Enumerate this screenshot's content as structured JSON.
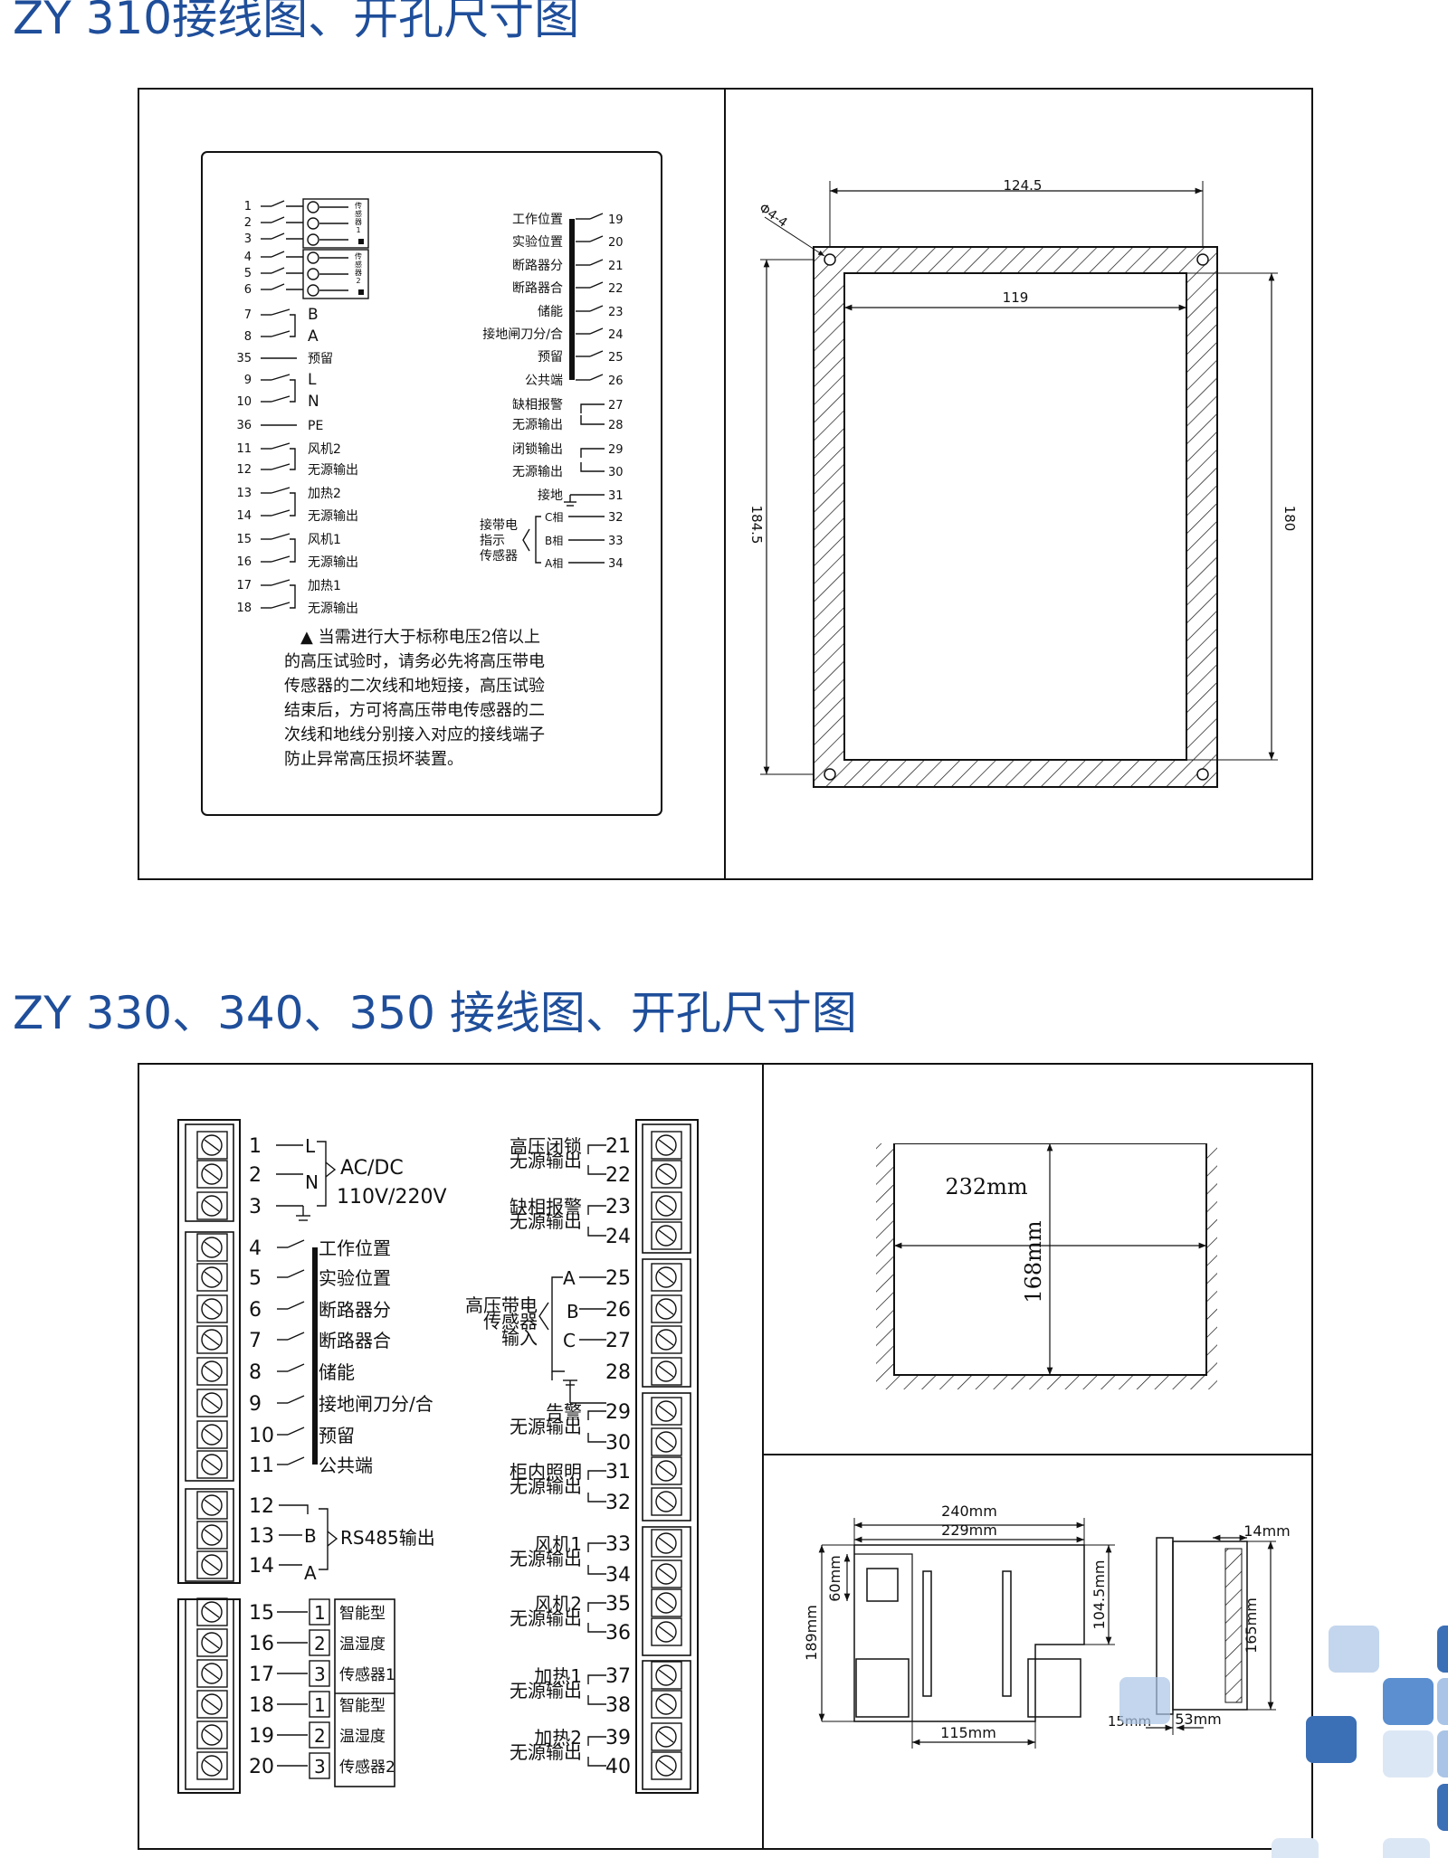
{
  "section1": {
    "heading": "ZY 310接线图、开孔尺寸图",
    "left_terms": [
      {
        "n": "1",
        "l": ""
      },
      {
        "n": "2",
        "l": ""
      },
      {
        "n": "3",
        "l": ""
      },
      {
        "n": "4",
        "l": ""
      },
      {
        "n": "5",
        "l": ""
      },
      {
        "n": "6",
        "l": ""
      },
      {
        "n": "7",
        "l": "B"
      },
      {
        "n": "8",
        "l": "A"
      },
      {
        "n": "35",
        "l": "预留"
      },
      {
        "n": "9",
        "l": "L"
      },
      {
        "n": "10",
        "l": "N"
      },
      {
        "n": "36",
        "l": "PE"
      },
      {
        "n": "11",
        "l": "风机2"
      },
      {
        "n": "12",
        "l": "无源输出"
      },
      {
        "n": "13",
        "l": "加热2"
      },
      {
        "n": "14",
        "l": "无源输出"
      },
      {
        "n": "15",
        "l": "风机1"
      },
      {
        "n": "16",
        "l": "无源输出"
      },
      {
        "n": "17",
        "l": "加热1"
      },
      {
        "n": "18",
        "l": "无源输出"
      }
    ],
    "sensor_box_text": [
      "传",
      "感",
      "器",
      "1"
    ],
    "sensor_box_text2": [
      "传",
      "感",
      "器",
      "2"
    ],
    "right_terms": [
      {
        "n": "19",
        "l": "工作位置"
      },
      {
        "n": "20",
        "l": "实验位置"
      },
      {
        "n": "21",
        "l": "断路器分"
      },
      {
        "n": "22",
        "l": "断路器合"
      },
      {
        "n": "23",
        "l": "储能"
      },
      {
        "n": "24",
        "l": "接地闸刀分/合"
      },
      {
        "n": "25",
        "l": "预留"
      },
      {
        "n": "26",
        "l": "公共端"
      },
      {
        "n": "27",
        "l": "缺相报警"
      },
      {
        "n": "28",
        "l": "无源输出"
      },
      {
        "n": "29",
        "l": "闭锁输出"
      },
      {
        "n": "30",
        "l": "无源输出"
      },
      {
        "n": "31",
        "l": "接地"
      },
      {
        "n": "32",
        "l": "C相"
      },
      {
        "n": "33",
        "l": "B相"
      },
      {
        "n": "34",
        "l": "A相"
      }
    ],
    "sensor_group": [
      "接带电",
      "指示",
      "传感器"
    ],
    "warning_lines": [
      "▲  当需进行大于标称电压2倍以上",
      "的高压试验时，请务必先将高压带电",
      "传感器的二次线和地短接，高压试验",
      "结束后，方可将高压带电传感器的二",
      "次线和地线分别接入对应的接线端子",
      "防止异常高压损坏装置。"
    ],
    "dims": {
      "outer_w": "124.5",
      "inner_w": "119",
      "outer_h": "184.5",
      "inner_h": "180",
      "hole": "Φ4-4"
    }
  },
  "section2": {
    "heading": "ZY 330、340、350 接线图、开孔尺寸图",
    "left_terms": [
      "1",
      "2",
      "3",
      "4",
      "5",
      "6",
      "7",
      "8",
      "9",
      "10",
      "11",
      "12",
      "13",
      "14",
      "15",
      "16",
      "17",
      "18",
      "19",
      "20"
    ],
    "power": {
      "L": "L",
      "N": "N",
      "label1": "AC/DC",
      "label2": "110V/220V"
    },
    "switch_labels": [
      "工作位置",
      "实验位置",
      "断路器分",
      "断路器合",
      "储能",
      "接地闸刀分/合",
      "预留",
      "公共端"
    ],
    "rs485": {
      "b": "B",
      "a": "A",
      "label": "RS485输出"
    },
    "sensor_labels": [
      "智能型",
      "温湿度",
      "传感器1",
      "智能型",
      "温湿度",
      "传感器2"
    ],
    "sensor_nums": [
      "1",
      "2",
      "3",
      "1",
      "2",
      "3"
    ],
    "right_terms": [
      "21",
      "22",
      "23",
      "24",
      "25",
      "26",
      "27",
      "28",
      "29",
      "30",
      "31",
      "32",
      "33",
      "34",
      "35",
      "36",
      "37",
      "38",
      "39",
      "40"
    ],
    "right_labels": [
      [
        "高压闭锁",
        "无源输出"
      ],
      [
        "缺相报警",
        "无源输出"
      ],
      [
        "告警",
        "无源输出"
      ],
      [
        "柜内照明",
        "无源输出"
      ],
      [
        "风机1",
        "无源输出"
      ],
      [
        "风机2",
        "无源输出"
      ],
      [
        "加热1",
        "无源输出"
      ],
      [
        "加热2",
        "无源输出"
      ]
    ],
    "hv_sensor": [
      "高压带电",
      "传感器",
      "输入"
    ],
    "hv_phase": [
      "A",
      "B",
      "C"
    ],
    "cutout": {
      "w": "232mm",
      "h": "168mm"
    },
    "body_dims": [
      "240mm",
      "229mm",
      "60mm",
      "189mm",
      "104.5mm",
      "115mm",
      "14mm",
      "165mm",
      "15mm",
      "53mm"
    ]
  }
}
